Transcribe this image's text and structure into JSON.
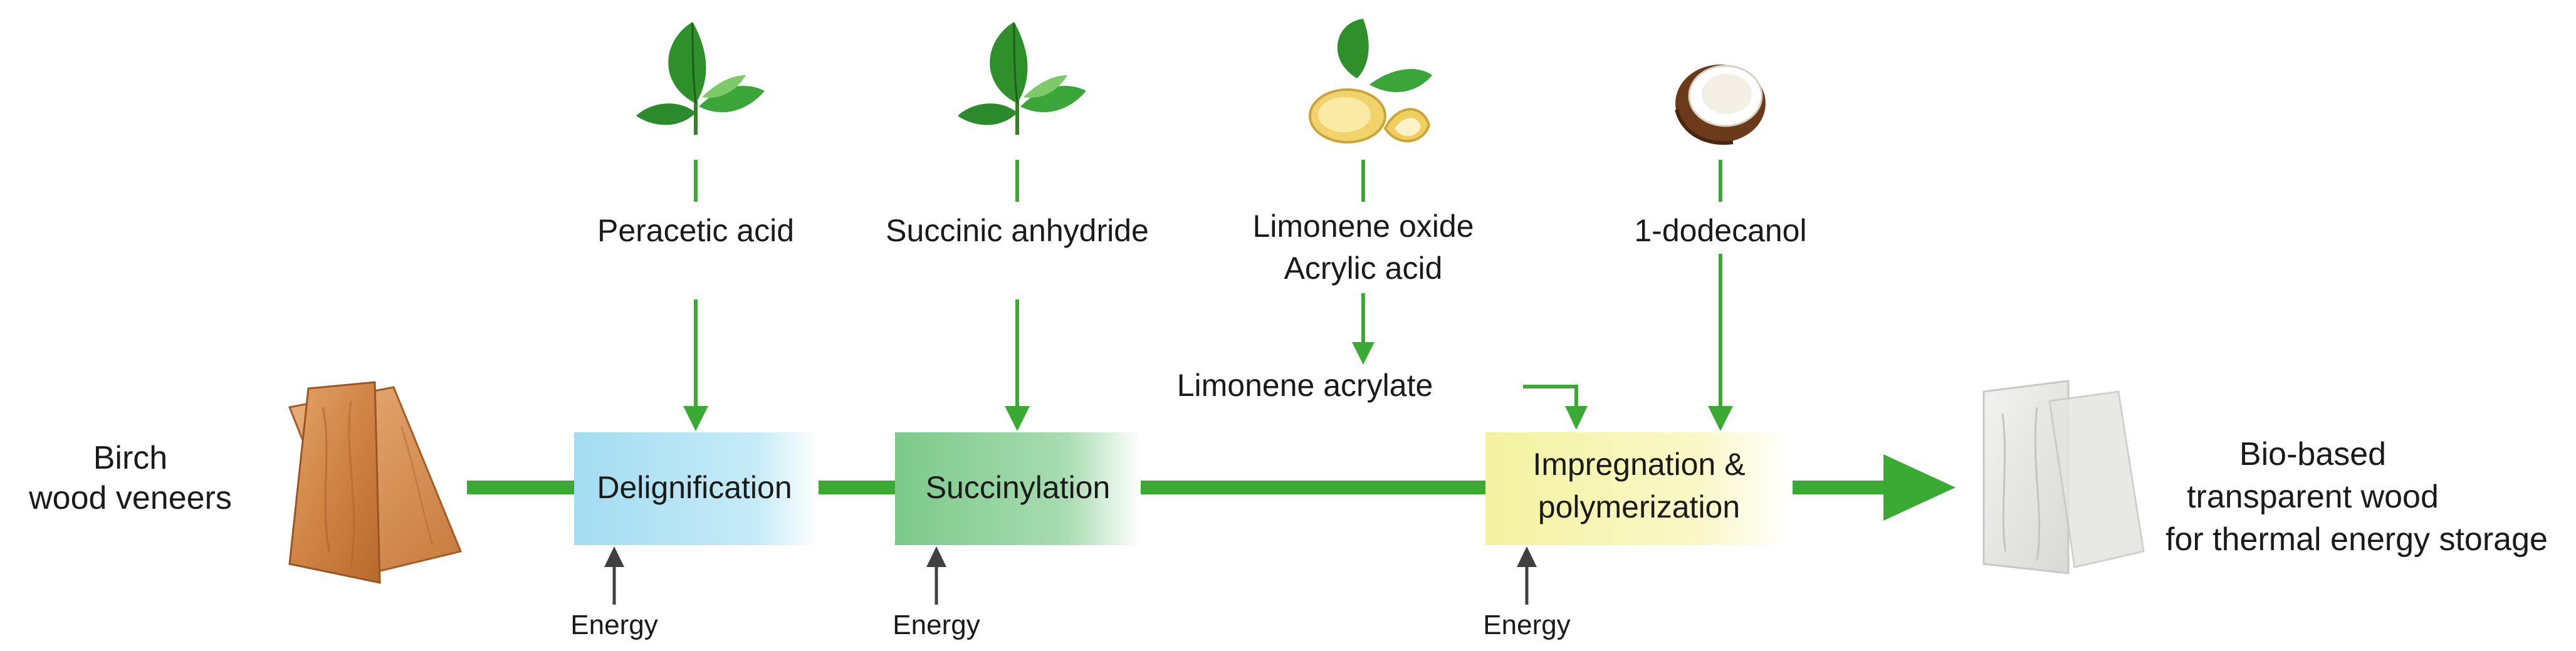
{
  "input": {
    "line1": "Birch",
    "line2": "wood veneers"
  },
  "output": {
    "line1": "Bio-based",
    "line2": "transparent wood",
    "line3": "for thermal energy storage"
  },
  "reagents": {
    "peracetic": "Peracetic acid",
    "succinic": "Succinic anhydride",
    "limonene_oxide": "Limonene oxide",
    "acrylic_acid": "Acrylic acid",
    "limonene_acrylate": "Limonene acrylate",
    "dodecanol": "1-dodecanol"
  },
  "steps": {
    "delignification": "Delignification",
    "succinylation": "Succinylation",
    "impregnation_line1": "Impregnation &",
    "impregnation_line2": "polymerization"
  },
  "energy": {
    "label_1": "Energy",
    "label_2": "Energy",
    "label_3": "Energy"
  },
  "icons": {
    "leaf": "leaf-icon",
    "lemon": "lemon-leaf-icon",
    "coconut": "coconut-icon",
    "birch": "birch-veneer-icon",
    "transparent": "transparent-wood-icon"
  },
  "colors": {
    "arrow_green": "#3aaa35",
    "energy_arrow": "#404040",
    "delignification_box": "#a8dff2",
    "succinylation_box": "#7fc98a",
    "impregnation_box": "#f5f3a6"
  }
}
